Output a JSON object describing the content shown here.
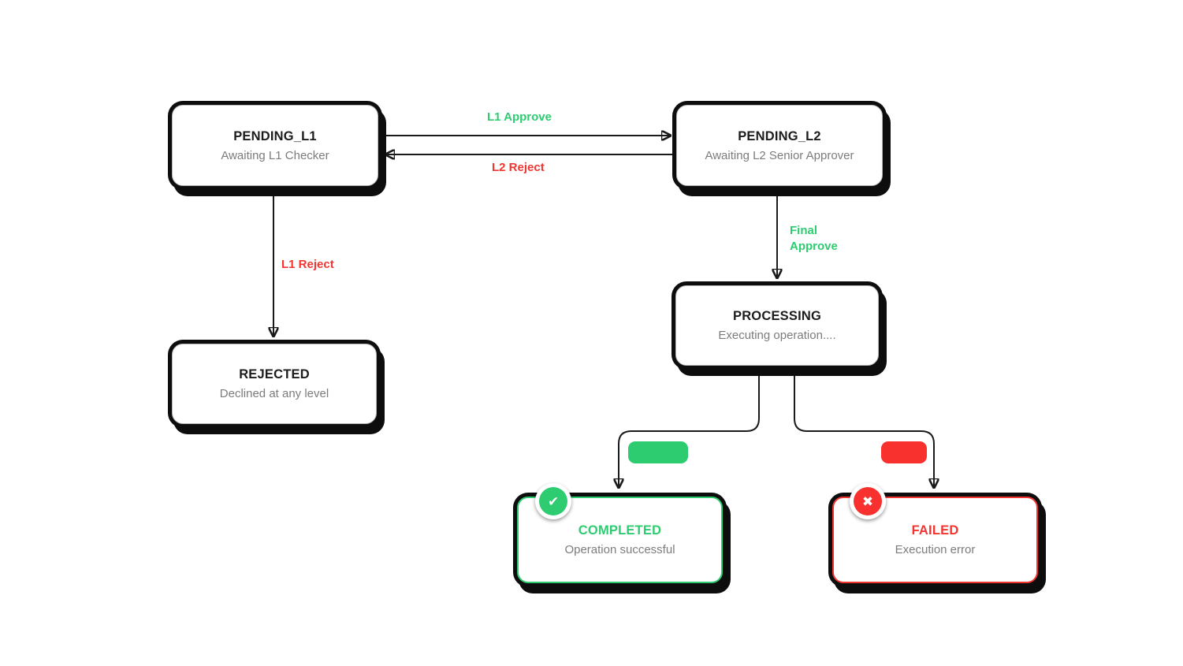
{
  "page": {
    "background": "#ffffff"
  },
  "nodes": {
    "pending_l1": {
      "title": "PENDING_L1",
      "subtitle": "Awaiting L1 Checker"
    },
    "pending_l2": {
      "title": "PENDING_L2",
      "subtitle": "Awaiting L2 Senior Approver"
    },
    "rejected": {
      "title": "REJECTED",
      "subtitle": "Declined at any level"
    },
    "processing": {
      "title": "PROCESSING",
      "subtitle": "Executing operation...."
    },
    "completed": {
      "title": "COMPLETED",
      "subtitle": "Operation successful"
    },
    "failed": {
      "title": "FAILED",
      "subtitle": "Execution error"
    }
  },
  "edges": {
    "l1_approve": {
      "label": "L1 Approve",
      "from": "PENDING_L1",
      "to": "PENDING_L2",
      "color": "#2ecc71"
    },
    "l2_reject": {
      "label": "L2 Reject",
      "from": "PENDING_L2",
      "to": "PENDING_L1",
      "color": "#f23530"
    },
    "l1_reject": {
      "label": "L1 Reject",
      "from": "PENDING_L1",
      "to": "REJECTED",
      "color": "#f23530"
    },
    "final_approve": {
      "label": "Final Approve",
      "from": "PENDING_L2",
      "to": "PROCESSING",
      "color": "#2ecc71"
    },
    "success_branch": {
      "label": "",
      "from": "PROCESSING",
      "to": "COMPLETED",
      "color": "#2ecc71"
    },
    "error_branch": {
      "label": "",
      "from": "PROCESSING",
      "to": "FAILED",
      "color": "#f8312f"
    }
  },
  "icons": {
    "check": "✔",
    "cross": "✖"
  },
  "colors": {
    "green": "#2ecc71",
    "red_text": "#f23530",
    "red_pill": "#f8312f",
    "line_ink": "#1a1a1a",
    "title_ink": "#1c1c1c",
    "subtitle_gray": "#7c7c7c"
  }
}
